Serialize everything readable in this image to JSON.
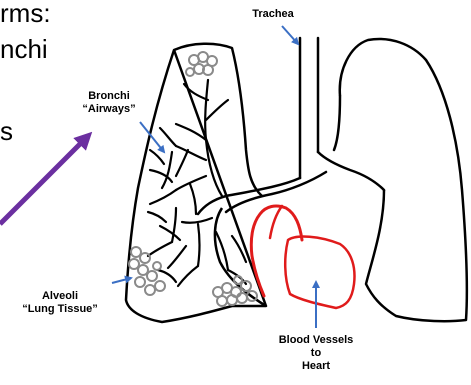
{
  "slide": {
    "title_fragment": "rms:",
    "list_fragment_1": "nchi",
    "list_fragment_2": "s"
  },
  "labels": {
    "trachea": "Trachea",
    "bronchi_line1": "Bronchi",
    "bronchi_line2": "“Airways”",
    "alveoli_line1": "Alveoli",
    "alveoli_line2": "“Lung Tissue”",
    "vessels_line1": "Blood Vessels",
    "vessels_line2": "to",
    "vessels_line3": "Heart"
  },
  "colors": {
    "outline": "#000000",
    "heart": "#e01b1b",
    "arrow_blue": "#3b6fc4",
    "arrow_purple": "#6b2fa0",
    "alveoli": "#8a8a8a"
  }
}
